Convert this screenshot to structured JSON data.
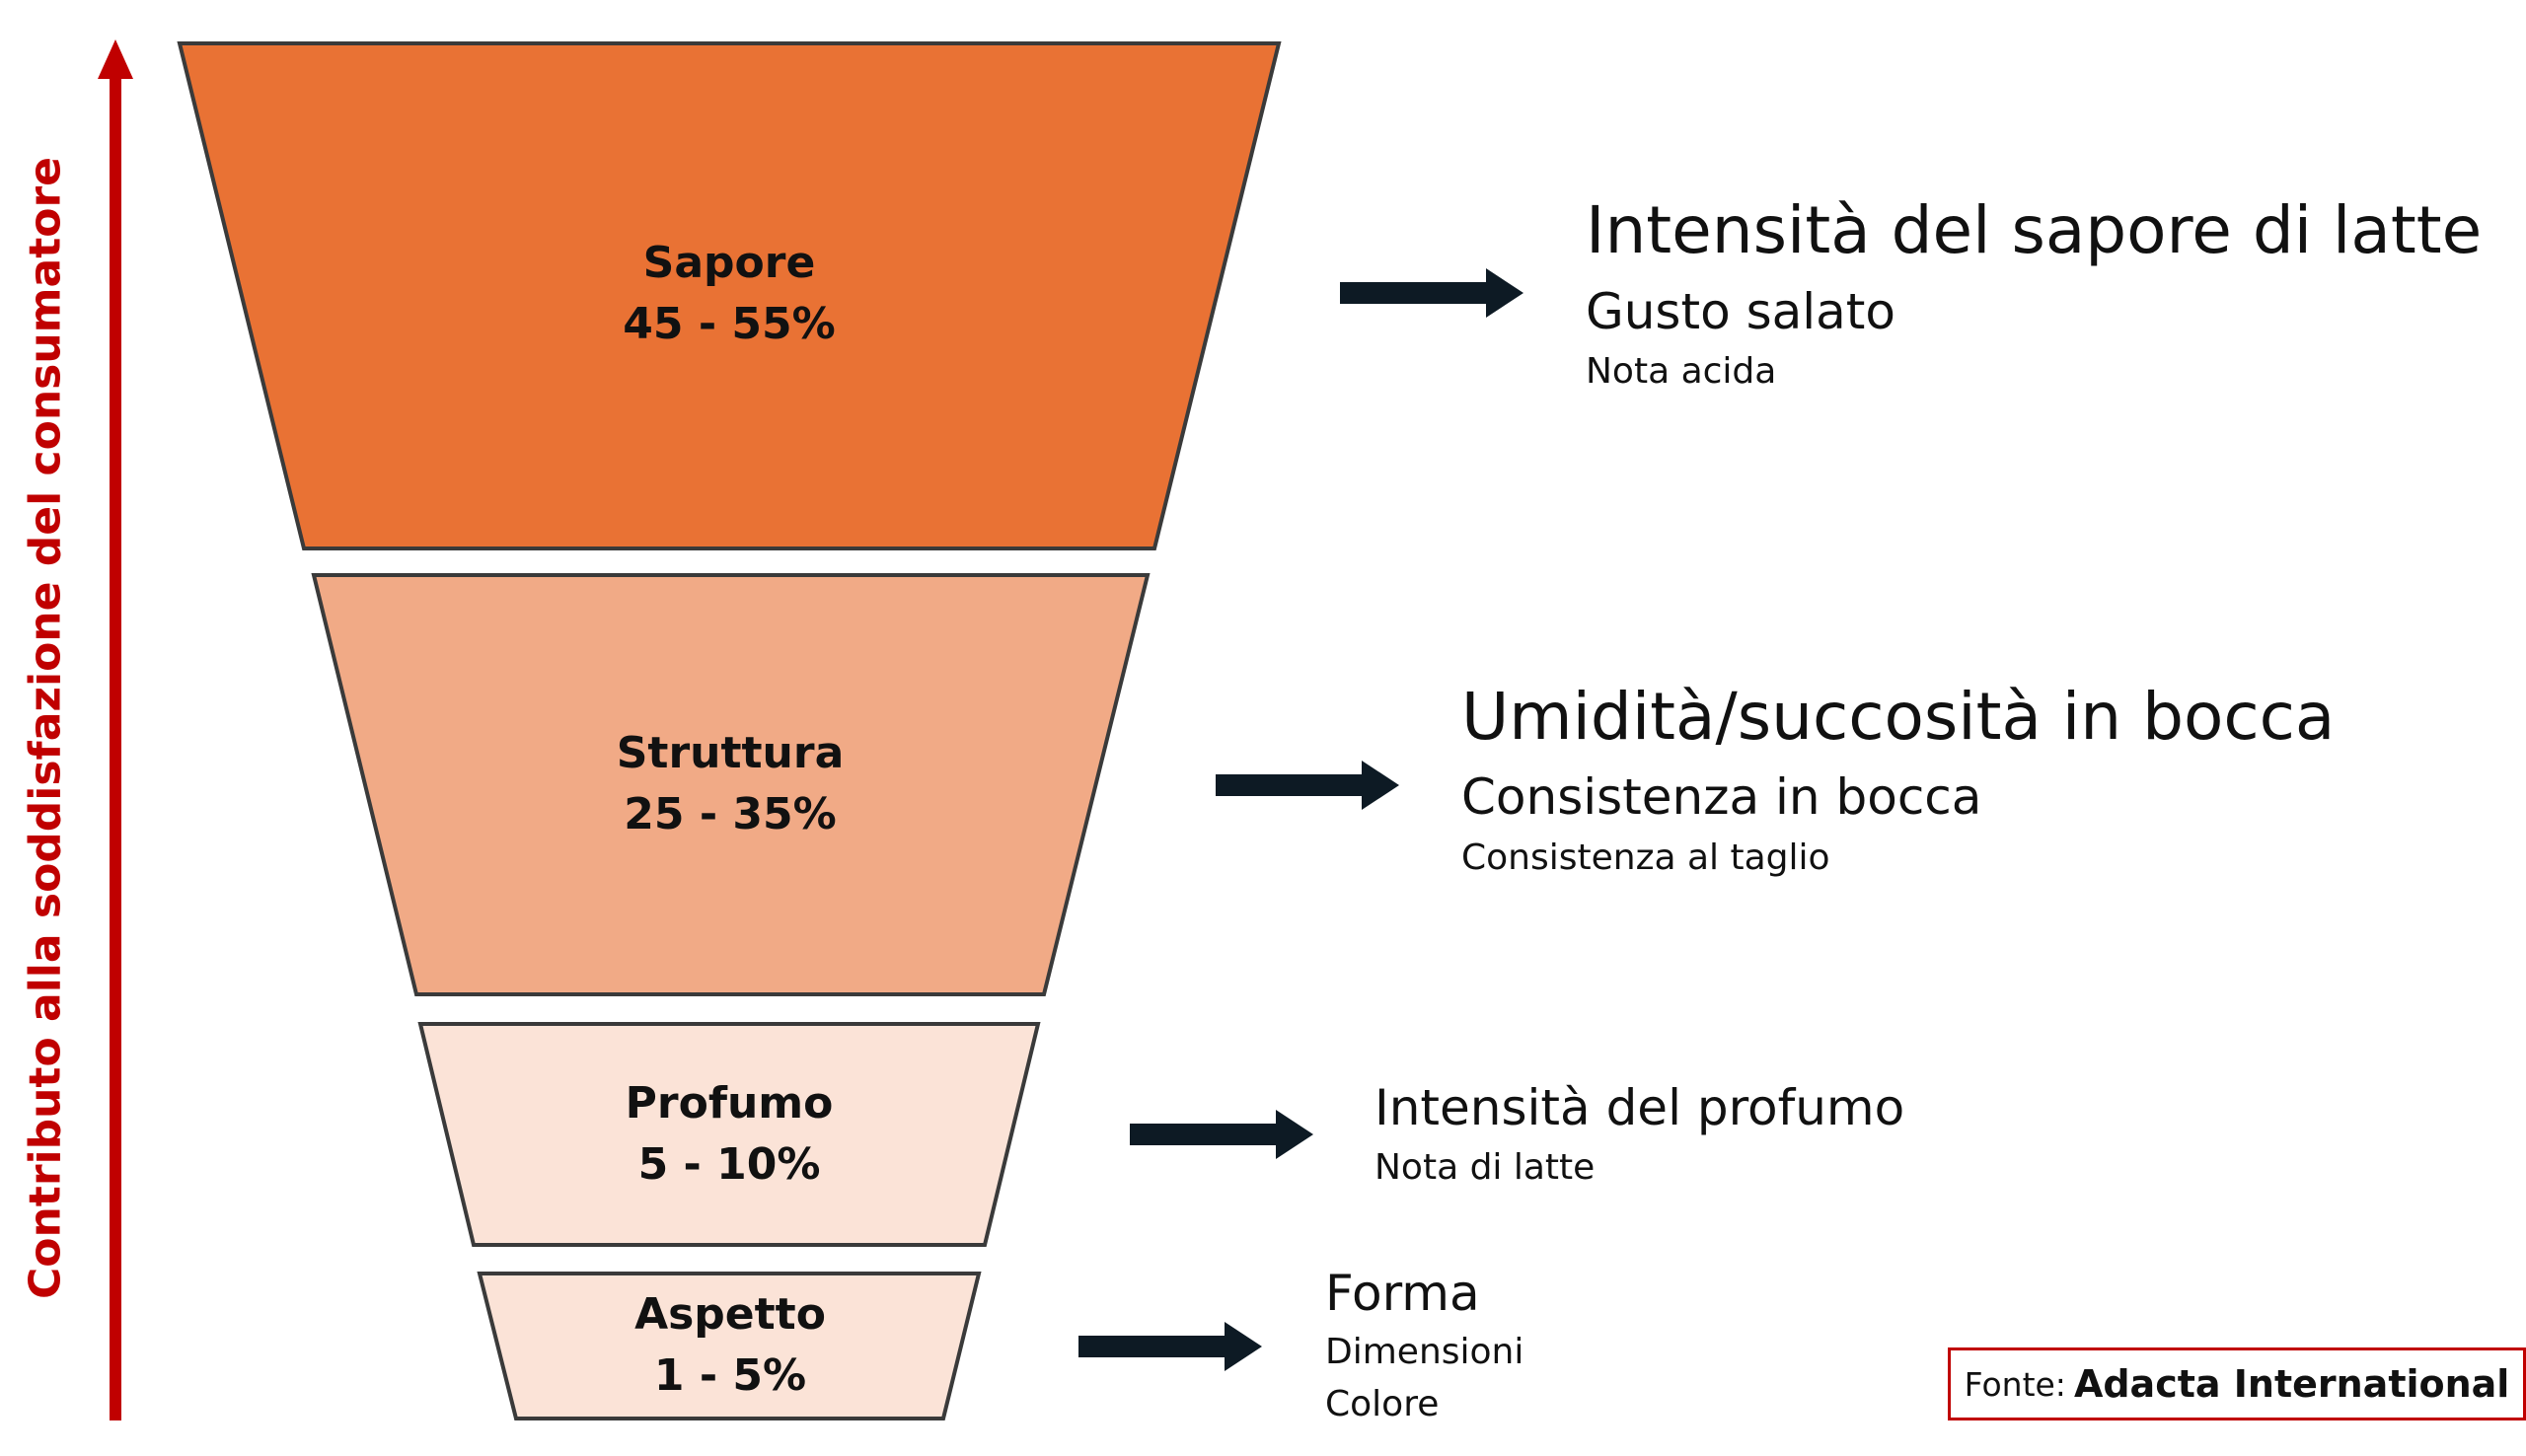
{
  "axis": {
    "label": "Contributo alla soddisfazione del consumatore"
  },
  "colors": {
    "tier1": "#e97234",
    "tier2": "#f1aa86",
    "tier3": "#fbe3d7",
    "tier4": "#fbe3d7",
    "axis": "#c00000",
    "arrow": "#0d1a24"
  },
  "tiers": [
    {
      "name": "Sapore",
      "range": "45 - 55%",
      "details": [
        "Intensità del sapore di latte",
        "Gusto salato",
        "Nota acida"
      ]
    },
    {
      "name": "Struttura",
      "range": "25 - 35%",
      "details": [
        "Umidità/succosità in bocca",
        "Consistenza in bocca",
        "Consistenza al taglio"
      ]
    },
    {
      "name": "Profumo",
      "range": "5 - 10%",
      "details": [
        "Intensità del profumo",
        "Nota di latte"
      ]
    },
    {
      "name": "Aspetto",
      "range": "1 - 5%",
      "details": [
        "Forma",
        "Dimensioni",
        "Colore"
      ]
    }
  ],
  "source": {
    "prefix": "Fonte:",
    "name": "Adacta International"
  }
}
